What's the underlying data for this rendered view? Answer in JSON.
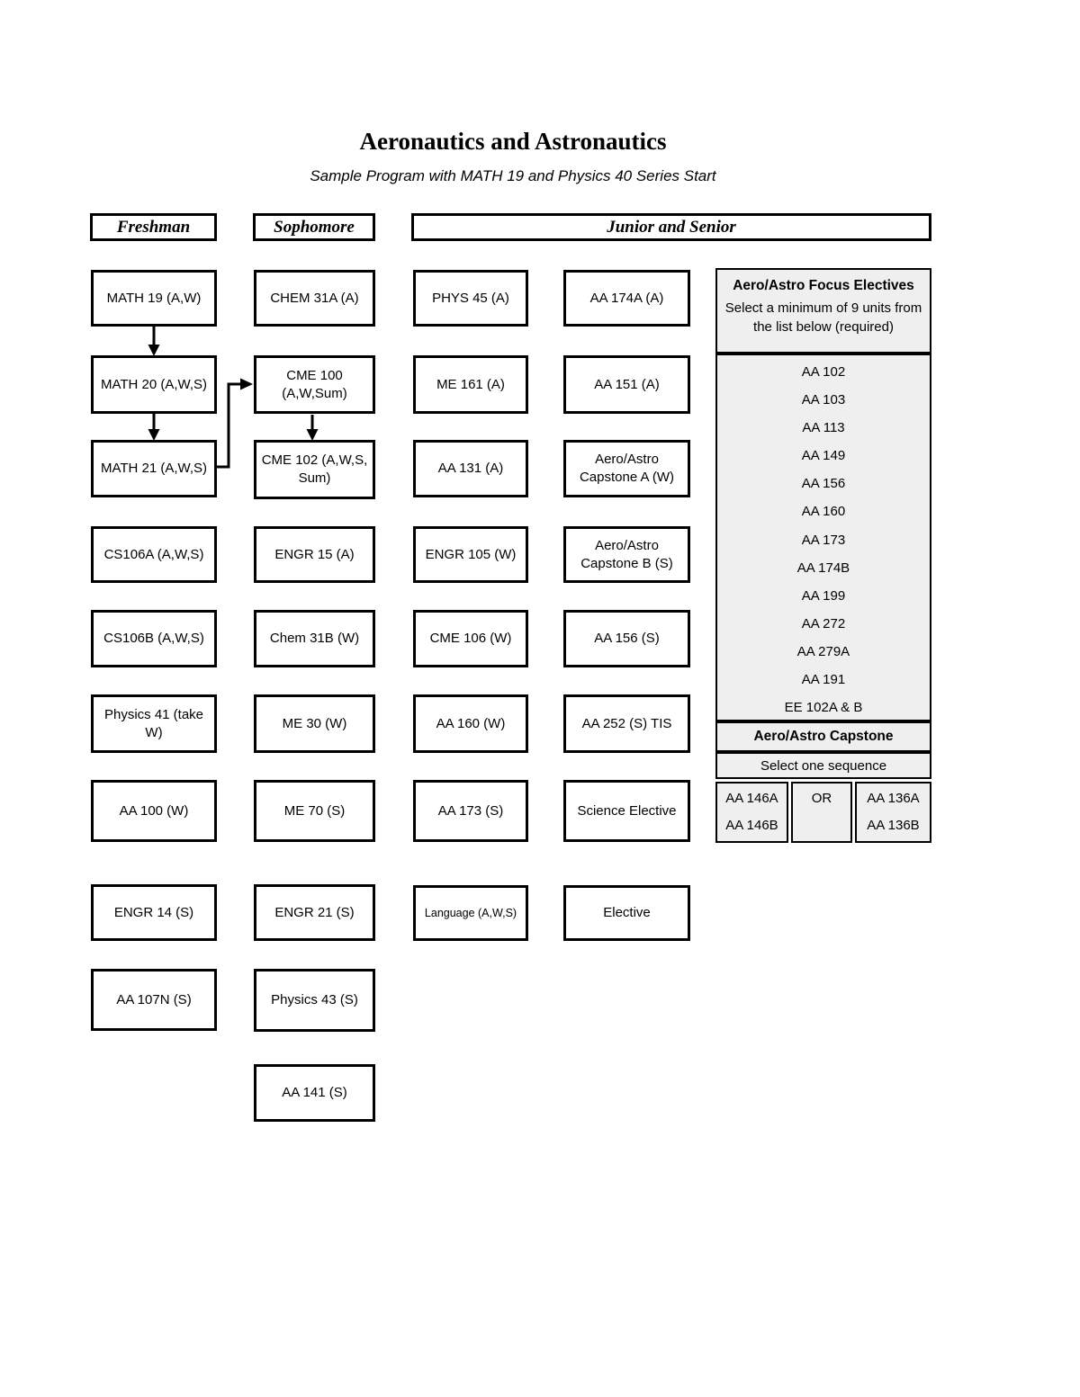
{
  "title": "Aeronautics and Astronautics",
  "subtitle": "Sample Program with MATH 19 and Physics 40 Series Start",
  "columns": {
    "freshman": {
      "header": "Freshman",
      "courses": [
        "MATH 19 (A,W)",
        "MATH 20 (A,W,S)",
        "MATH 21 (A,W,S)",
        "CS106A (A,W,S)",
        "CS106B (A,W,S)",
        "Physics 41 (take W)",
        "AA 100 (W)",
        "ENGR 14 (S)",
        "AA 107N (S)"
      ]
    },
    "sophomore": {
      "header": "Sophomore",
      "courses": [
        "CHEM 31A (A)",
        "CME 100 (A,W,Sum)",
        "CME 102 (A,W,S, Sum)",
        "ENGR 15 (A)",
        "Chem 31B (W)",
        "ME 30 (W)",
        "ME 70 (S)",
        "ENGR 21 (S)",
        "Physics 43 (S)",
        "AA 141 (S)"
      ]
    },
    "junior_senior": {
      "header": "Junior and Senior",
      "col1": [
        "PHYS 45 (A)",
        "ME 161 (A)",
        "AA 131 (A)",
        "ENGR 105 (W)",
        "CME 106 (W)",
        "AA 160 (W)",
        "AA 173 (S)",
        "Language (A,W,S)"
      ],
      "col2": [
        "AA 174A (A)",
        "AA 151 (A)",
        "Aero/Astro Capstone A (W)",
        "Aero/Astro Capstone B (S)",
        "AA 156 (S)",
        "AA 252 (S) TIS",
        "Science Elective",
        "Elective"
      ]
    }
  },
  "electives_panel": {
    "title": "Aero/Astro Focus Electives",
    "instructions": "Select a minimum of 9 units from the list below (required)",
    "items": [
      "AA 102",
      "AA 103",
      "AA 113",
      "AA 149",
      "AA 156",
      "AA 160",
      "AA 173",
      "AA 174B",
      "AA 199",
      "AA 272",
      "AA 279A",
      "AA 191",
      "EE 102A & B"
    ],
    "capstone": {
      "title": "Aero/Astro Capstone",
      "instruction": "Select one sequence",
      "left_sequence": [
        "AA 146A",
        "AA 146B"
      ],
      "or_label": "OR",
      "right_sequence": [
        "AA 136A",
        "AA 136B"
      ]
    }
  },
  "colors": {
    "panel_bg": "#efefef",
    "border": "#000000",
    "text": "#000000",
    "page_bg": "#ffffff"
  }
}
